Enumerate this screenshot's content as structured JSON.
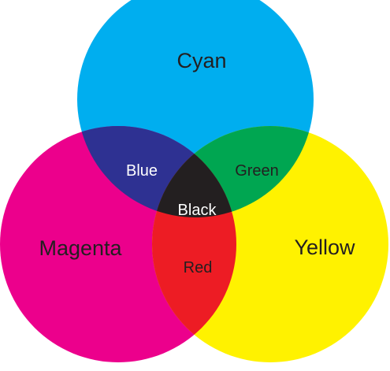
{
  "primaries": [
    {
      "key": "cyan",
      "label": "Cyan",
      "color": "#00aeef",
      "text_color": "#231f20"
    },
    {
      "key": "magenta",
      "label": "Magenta",
      "color": "#ec008c",
      "text_color": "#231f20"
    },
    {
      "key": "yellow",
      "label": "Yellow",
      "color": "#fff200",
      "text_color": "#231f20"
    }
  ],
  "overlaps": [
    {
      "key": "blue",
      "label": "Blue",
      "color": "#2e3192",
      "text_color": "#ffffff"
    },
    {
      "key": "green",
      "label": "Green",
      "color": "#00a651",
      "text_color": "#231f20"
    },
    {
      "key": "red",
      "label": "Red",
      "color": "#ed1c24",
      "text_color": "#231f20"
    }
  ],
  "center": {
    "key": "black",
    "label": "Black",
    "color": "#231f20",
    "text_color": "#ffffff"
  }
}
